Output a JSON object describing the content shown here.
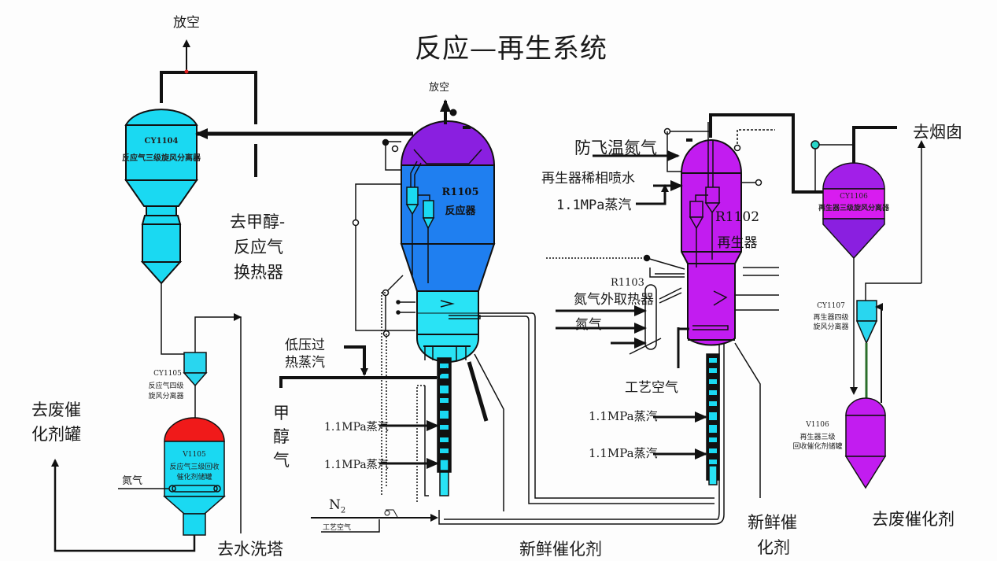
{
  "title": "反应—再生系统",
  "colors": {
    "cyan": "#1ad9f2",
    "light_cyan": "#29e3f5",
    "blue": "#1f7ff0",
    "purple_dome": "#8a1fe0",
    "magenta": "#c21cf0",
    "violet": "#a21fe8",
    "red": "#f01a1a",
    "line": "#111111"
  },
  "equipment": {
    "cy1104": {
      "tag": "CY1104",
      "name": "反应气三级旋风分离器"
    },
    "cy1105": {
      "tag": "CY1105",
      "name_line1": "反应气四级",
      "name_line2": "旋风分离器"
    },
    "v1105": {
      "tag": "V1105",
      "name_line1": "反应气三级回收",
      "name_line2": "催化剂储罐"
    },
    "r1105": {
      "tag": "R1105",
      "name": "反应器"
    },
    "r1102": {
      "tag": "R1102",
      "name": "再生器"
    },
    "r1103": {
      "tag": "R1103",
      "name": "氮气外取热器"
    },
    "cy1106": {
      "tag": "CY1106",
      "name": "再生器三级旋风分离器"
    },
    "cy1107": {
      "tag": "CY1107",
      "name_line1": "再生器四级",
      "name_line2": "旋风分离器"
    },
    "v1106": {
      "tag": "V1106",
      "name_line1": "再生器三级",
      "name_line2": "回收催化剂储罐"
    }
  },
  "labels": {
    "vent_left": "放空",
    "vent_reactor": "放空",
    "to_methanol_hx_1": "去甲醇-",
    "to_methanol_hx_2": "反应气",
    "to_methanol_hx_3": "换热器",
    "to_water_wash": "去水洗塔",
    "to_spent_tank_1": "去废催",
    "to_spent_tank_2": "化剂罐",
    "nitrogen_v1105": "氮气",
    "lp_steam_1": "低压过",
    "lp_steam_2": "热蒸汽",
    "methanol_gas": "甲醇气",
    "steam_r1": "1.1MPa蒸汽",
    "steam_r2": "1.1MPa蒸汽",
    "n2": "N",
    "n2_sub": "2",
    "process_air_small": "工艺空气",
    "fresh_catalyst_bottom": "新鲜催化剂",
    "anti_temp_n2": "防飞温氮气",
    "regen_spray_water": "再生器稀相喷水",
    "steam_regen_top": "1.1MPa蒸汽",
    "nitrogen_r1103": "氮气",
    "process_air": "工艺空气",
    "steam_g1": "1.1MPa蒸汽",
    "steam_g2": "1.1MPa蒸汽",
    "fresh_catalyst_right_1": "新鲜催",
    "fresh_catalyst_right_2": "化剂",
    "to_chimney": "去烟囱",
    "to_spent_catalyst": "去废催化剂"
  }
}
